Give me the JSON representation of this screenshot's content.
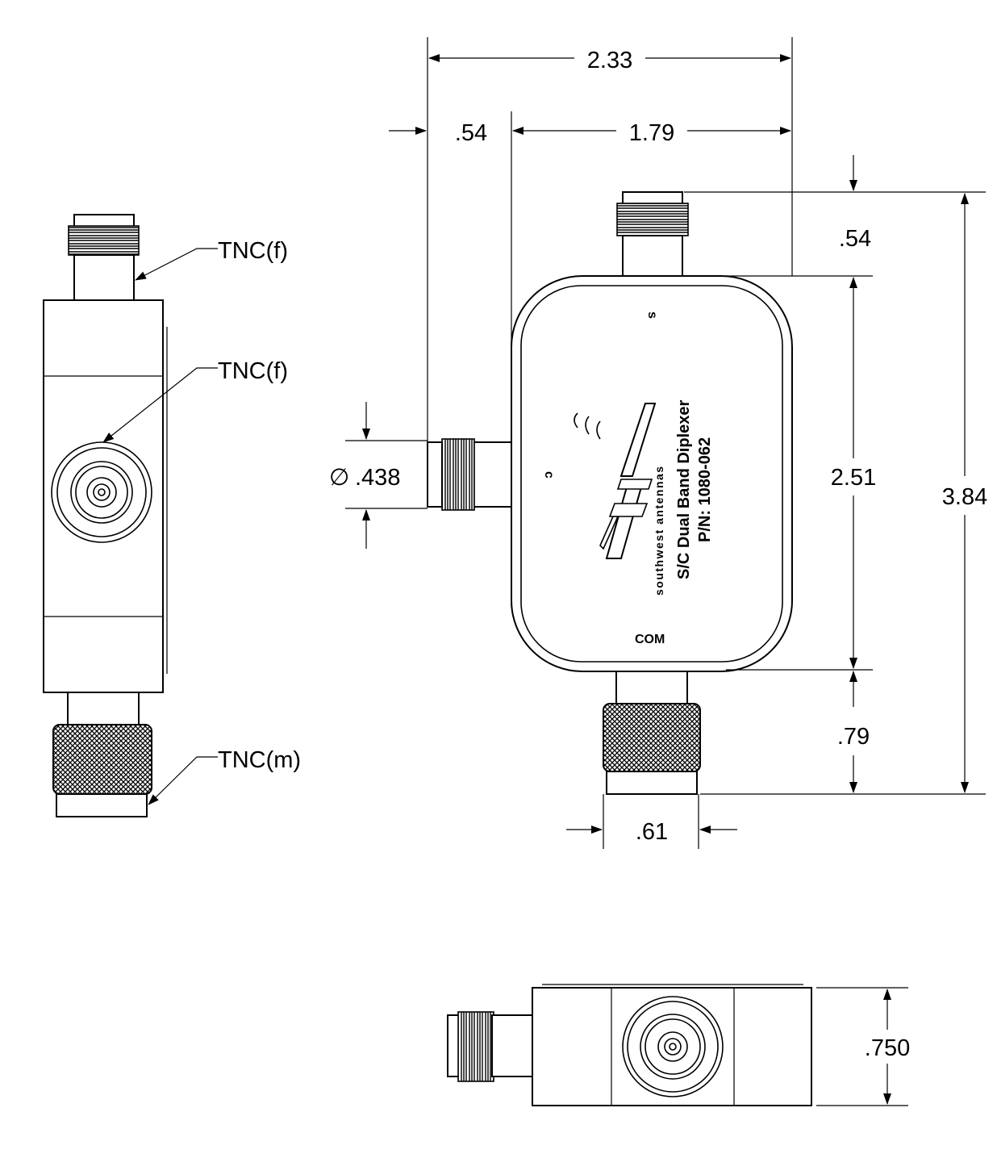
{
  "labels": {
    "tnc_top": "TNC(f)",
    "tnc_mid": "TNC(f)",
    "tnc_bottom": "TNC(m)"
  },
  "dimensions": {
    "overall_width": "2.33",
    "left_offset": ".54",
    "body_width": "1.79",
    "top_connector": ".54",
    "body_height": "2.51",
    "overall_height": "3.84",
    "bottom_connector": ".79",
    "bottom_connector_width": ".61",
    "side_connector_diameter": ".438",
    "thickness": ".750"
  },
  "symbols": {
    "diameter": "∅"
  },
  "device": {
    "port_s": "s",
    "port_c": "c",
    "port_com": "COM",
    "title": "S/C Dual Band Diplexer",
    "part_number": "P/N: 1080-062",
    "brand_text": "southwest antennas"
  }
}
